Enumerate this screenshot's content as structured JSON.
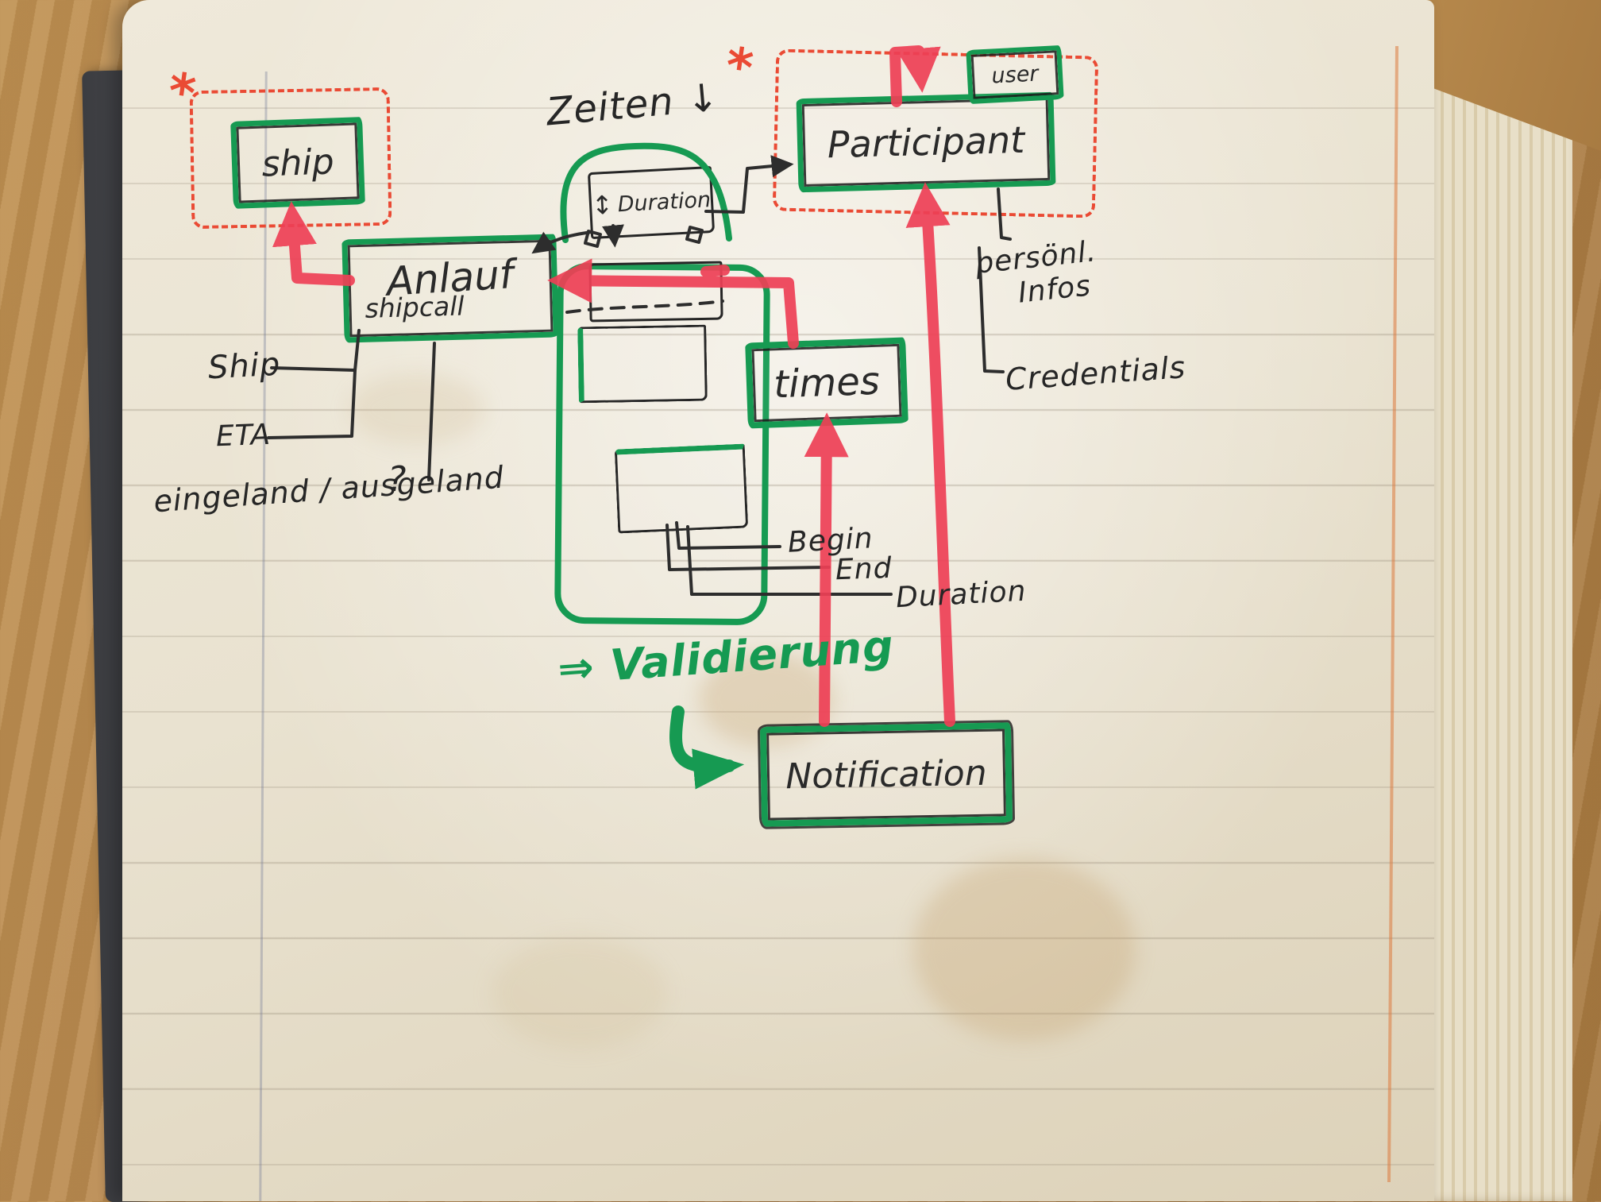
{
  "diagram": {
    "entities": {
      "ship": {
        "label": "ship"
      },
      "anlauf": {
        "label": "Anlauf",
        "sublabel": "shipcall"
      },
      "duration": {
        "label": "Duration",
        "resize_icon": "↕"
      },
      "participant": {
        "label": "Participant"
      },
      "user": {
        "label": "user"
      },
      "times": {
        "label": "times"
      },
      "notification": {
        "label": "Notification"
      }
    },
    "annotations": {
      "heading": "Zeiten ↓",
      "star": "*",
      "validation": "⇒ Validierung",
      "personal_infos_line1": "persönl.",
      "personal_infos_line2": "Infos",
      "credentials": "Credentials",
      "attr_ship": "Ship",
      "attr_eta": "ETA",
      "attr_in_out": "eingeland / ausgeland",
      "question_mark": "?",
      "attr_begin": "Begin",
      "attr_end": "End",
      "attr_duration": "Duration"
    },
    "colors": {
      "marker_green": "#169a52",
      "marker_red": "#ee4056",
      "dashed_red": "#ea4a34",
      "ink": "#2b2b2b",
      "paper": "#e9e2d0",
      "wood": "#b5854f"
    }
  }
}
